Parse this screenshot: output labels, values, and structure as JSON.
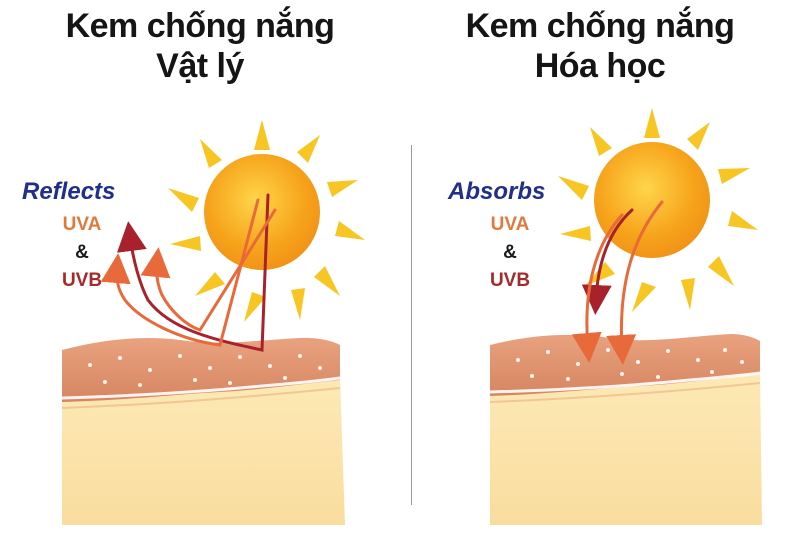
{
  "left": {
    "title_line1": "Kem chống nắng",
    "title_line2": "Vật lý",
    "action": "Reflects",
    "uva": "UVA",
    "amp": "&",
    "uvb": "UVB"
  },
  "right": {
    "title_line1": "Kem chống nắng",
    "title_line2": "Hóa học",
    "action": "Absorbs",
    "uva": "UVA",
    "amp": "&",
    "uvb": "UVB"
  },
  "colors": {
    "sun_core": "#f6a31a",
    "sun_ray": "#f7c623",
    "skin_top": "#d98c6a",
    "skin_body": "#fbe6b0",
    "uva_arrow": "#e86a3a",
    "uvb_arrow": "#a8212b",
    "label_blue": "#1f2f8a"
  },
  "icons": [
    "sun-icon",
    "skin-layer-icon",
    "arrow-icon"
  ]
}
